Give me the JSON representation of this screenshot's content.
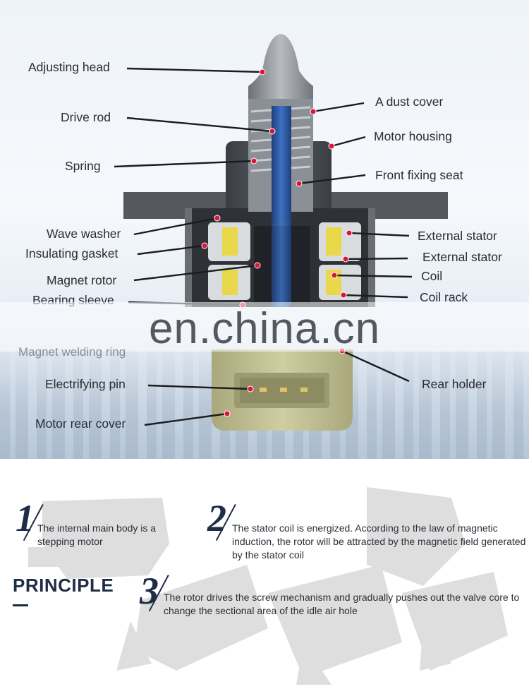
{
  "diagram": {
    "left_labels": [
      {
        "id": "adjusting-head",
        "text": "Adjusting head"
      },
      {
        "id": "drive-rod",
        "text": "Drive rod"
      },
      {
        "id": "spring",
        "text": "Spring"
      },
      {
        "id": "wave-washer",
        "text": "Wave washer"
      },
      {
        "id": "insulating-gasket",
        "text": "Insulating gasket"
      },
      {
        "id": "magnet-rotor",
        "text": "Magnet rotor"
      },
      {
        "id": "bearing-sleeve",
        "text": "Bearing sleeve"
      },
      {
        "id": "electrifying-pin",
        "text": "Electrifying pin"
      },
      {
        "id": "motor-rear-cover",
        "text": "Motor rear cover"
      }
    ],
    "right_labels": [
      {
        "id": "dust-cover",
        "text": "A dust cover"
      },
      {
        "id": "motor-housing",
        "text": "Motor housing"
      },
      {
        "id": "front-fixing-seat",
        "text": "Front fixing seat"
      },
      {
        "id": "external-stator-1",
        "text": "External stator"
      },
      {
        "id": "external-stator-2",
        "text": "External stator"
      },
      {
        "id": "coil",
        "text": "Coil"
      },
      {
        "id": "coil-rack",
        "text": "Coil rack"
      },
      {
        "id": "rear-holder",
        "text": "Rear holder"
      }
    ],
    "ghost_label": "Magnet welding ring",
    "watermark": "en.china.cn",
    "colors": {
      "housing": "#4b4f55",
      "rod": "#2f5ea8",
      "coil": "#e8d84a",
      "rear": "#c8c79a",
      "dot": "#e0123a"
    }
  },
  "principle": {
    "title": "PRINCIPLE",
    "steps": [
      {
        "num": "1",
        "text": "The internal main body is a stepping motor"
      },
      {
        "num": "2",
        "text": "The stator coil is energized. According to the law of magnetic induction, the rotor will be attracted by the magnetic field generated by the stator coil"
      },
      {
        "num": "3",
        "text": "The rotor drives the screw mechanism and gradually pushes out the valve core to change the sectional area of the idle air hole"
      }
    ]
  }
}
